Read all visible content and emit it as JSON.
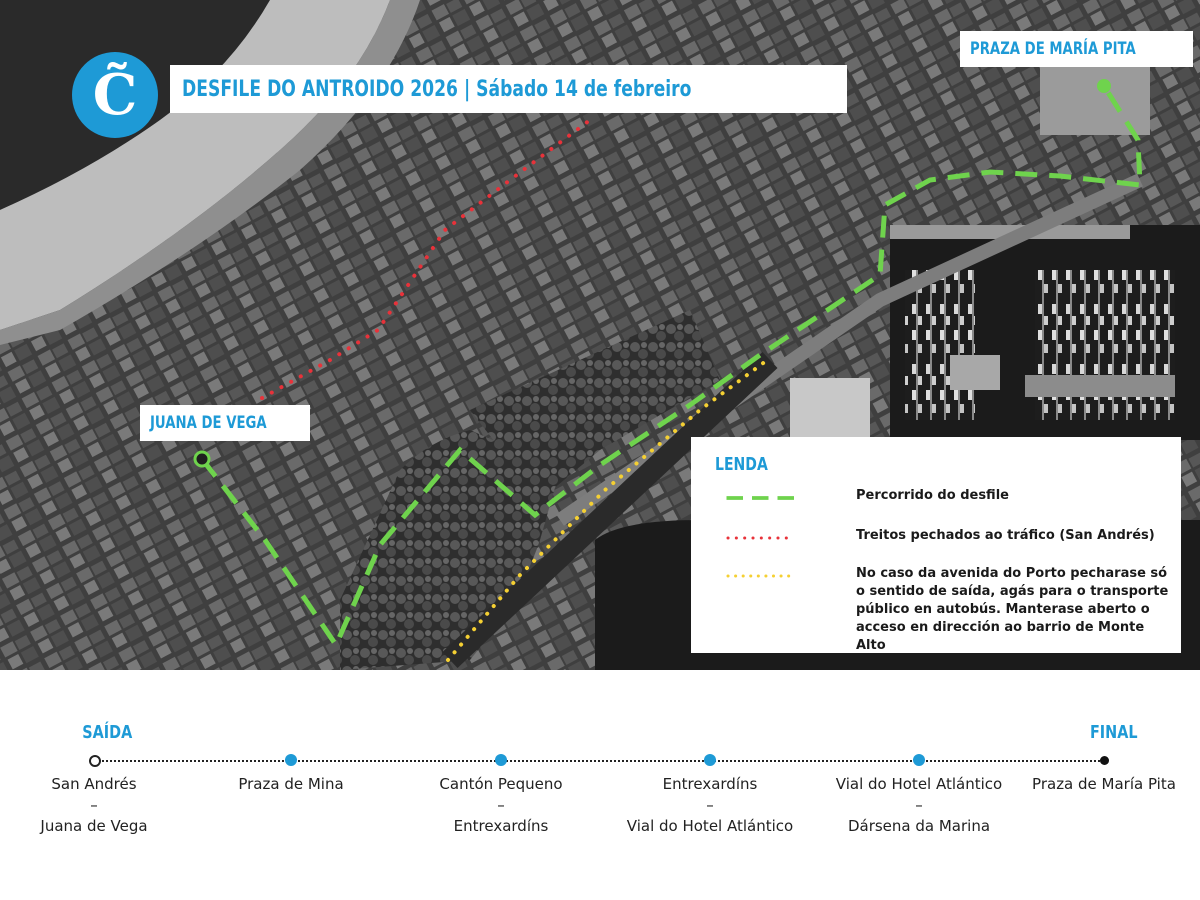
{
  "header": {
    "logo_glyph": "C̃",
    "title": "DESFILE DO ANTROIDO 2026 | Sábado 14 de febreiro"
  },
  "map": {
    "labels": {
      "start_place": "JUANA DE VEGA",
      "end_place": "PRAZA DE MARÍA PITA"
    },
    "route_colors": {
      "parade": "#6fd34d",
      "closed": "#e8323a",
      "port": "#f5d033"
    }
  },
  "legend": {
    "title": "LENDA",
    "items": [
      {
        "text": "Percorrido do desfile",
        "color": "#6fd34d",
        "style": "dashed"
      },
      {
        "text": "Treitos pechados ao tráfico (San Andrés)",
        "color": "#e8323a",
        "style": "dotted"
      },
      {
        "text": "No caso da avenida do Porto pecharase só o sentido de saída, agás para o transporte público en autobús. Manterase aberto o acceso en dirección ao barrio de Monte Alto",
        "color": "#f5d033",
        "style": "dotted"
      }
    ]
  },
  "timeline": {
    "start_label": "SAÍDA",
    "end_label": "FINAL",
    "separator": "–",
    "stops": [
      {
        "lines": [
          "San Andrés",
          "–",
          "Juana de Vega"
        ]
      },
      {
        "lines": [
          "Praza de Mina"
        ]
      },
      {
        "lines": [
          "Cantón Pequeno",
          "–",
          "Entrexardíns"
        ]
      },
      {
        "lines": [
          "Entrexardíns",
          "–",
          "Vial do Hotel Atlántico"
        ]
      },
      {
        "lines": [
          "Vial do Hotel Atlántico",
          "–",
          "Dársena da Marina"
        ]
      },
      {
        "lines": [
          "Praza de María Pita"
        ]
      }
    ]
  }
}
